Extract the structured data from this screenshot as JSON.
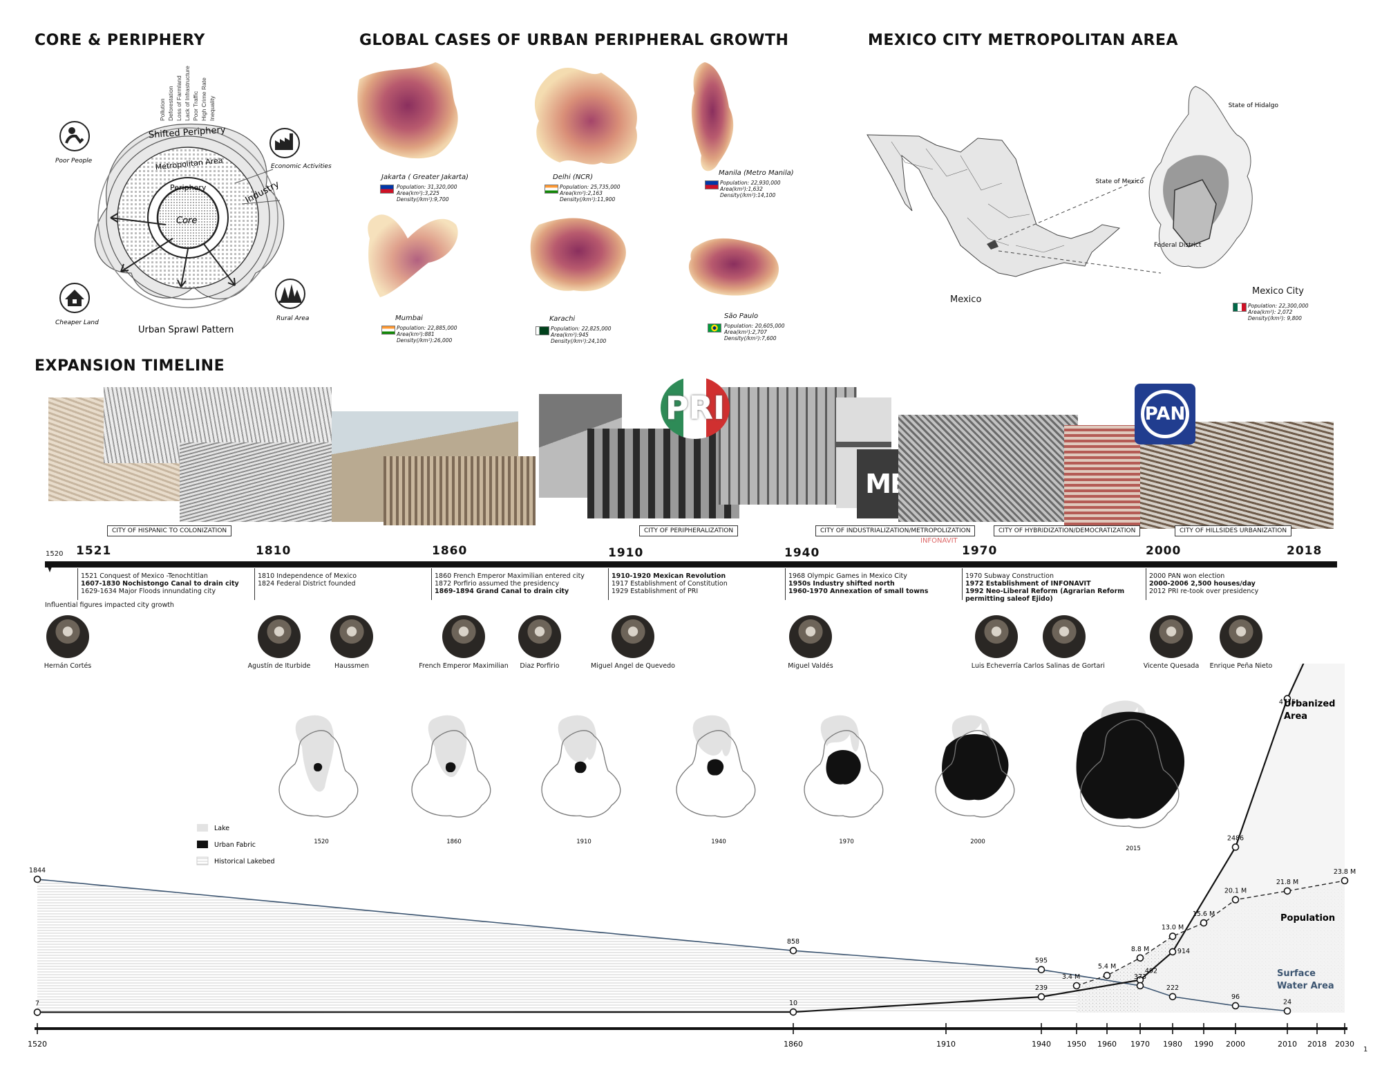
{
  "sections": {
    "core_title": "CORE & PERIPHERY",
    "global_title": "GLOBAL CASES OF URBAN PERIPHERAL GROWTH",
    "mexico_title": "MEXICO CITY METROPOLITAN AREA",
    "timeline_title": "EXPANSION TIMELINE"
  },
  "core_diagram": {
    "ring_labels": [
      "Shifted Periphery",
      "Metropolitan Area",
      "Periphery",
      "Core",
      "Industry"
    ],
    "issues": [
      "Pollution",
      "Deforestation",
      "Loss of Farmland",
      "Lack of Infrastructure",
      "Poor Traffic",
      "High Crime Rate",
      "Inequality"
    ],
    "icons": [
      {
        "label": "Poor People",
        "icon": "person-icon"
      },
      {
        "label": "Economic Activities",
        "icon": "factory-icon"
      },
      {
        "label": "Cheaper Land",
        "icon": "house-icon"
      },
      {
        "label": "Rural Area",
        "icon": "trees-icon"
      }
    ],
    "caption": "Urban Sprawl Pattern"
  },
  "global_cases": [
    {
      "name": "Jakarta ( Greater Jakarta)",
      "population": "Population: 31,320,000",
      "area": "Area(km²):3,225",
      "density": "Density(/km²):9,700",
      "flag": [
        "#ce1126",
        "#ffffff"
      ]
    },
    {
      "name": "Delhi (NCR)",
      "population": "Population: 25,735,000",
      "area": "Area(km²):2,163",
      "density": "Density(/km²):11,900",
      "flag": [
        "#ff9933",
        "#ffffff",
        "#138808"
      ]
    },
    {
      "name": "Manila (Metro Manila)",
      "population": "Population: 22,930,000",
      "area": "Area(km²):1,632",
      "density": "Density(/km²):14,100",
      "flag": [
        "#0038a8",
        "#ce1126"
      ]
    },
    {
      "name": "Mumbai",
      "population": "Population: 22,885,000",
      "area": "Area(km²):881",
      "density": "Density(/km²):26,000",
      "flag": [
        "#ff9933",
        "#ffffff",
        "#138808"
      ]
    },
    {
      "name": "Karachi",
      "population": "Population: 22,825,000",
      "area": "Area(km²):945",
      "density": "Density(/km²):24,100",
      "flag": [
        "#ffffff",
        "#01411c"
      ]
    },
    {
      "name": "São Paulo",
      "population": "Population: 20,605,000",
      "area": "Area(km²):2,707",
      "density": "Density(/km²):7,600",
      "flag": [
        "#009c3b",
        "#ffdf00"
      ]
    }
  ],
  "mexico": {
    "country_label": "Mexico",
    "city_label": "Mexico City",
    "region_labels": [
      "State of Hidalgo",
      "State of Mexico",
      "Federal District"
    ],
    "population": "Population: 22,300,000",
    "area": "Area(km²): 2,072",
    "density": "Density(/km²): 9,800"
  },
  "timeline": {
    "start_tick": "1520",
    "years": [
      "1521",
      "1810",
      "1860",
      "1910",
      "1940",
      "1970",
      "2000",
      "2018"
    ],
    "periods": [
      "CITY OF HISPANIC TO COLONIZATION",
      "CITY OF PERIPHERALIZATION",
      "CITY OF INDUSTRIALIZATION/METROPOLIZATION",
      "CITY OF HYBRIDIZATION/DEMOCRATIZATION",
      "CITY OF HILLSIDES URBANIZATION"
    ],
    "logos": {
      "pri": "PRI",
      "pan": "PAN",
      "mexico_sign": "MEXICO",
      "infonavit": "INFONAVIT"
    },
    "events": [
      {
        "lines": [
          "1521 Conquest of Mexico -Tenochtitlan",
          "1607-1830 Nochistongo Canal to drain city",
          "1629-1634 Major Floods innundating city"
        ],
        "bold": [
          false,
          true,
          false
        ]
      },
      {
        "lines": [
          "1810 Independence of Mexico",
          "1824 Federal District founded"
        ],
        "bold": [
          false,
          false
        ]
      },
      {
        "lines": [
          "1860 French Emperor Maximilian entered city",
          "1872 Porfirio assumed the presidency",
          "1869-1894 Grand Canal to drain city"
        ],
        "bold": [
          false,
          false,
          true
        ]
      },
      {
        "lines": [
          "1910-1920 Mexican Revolution",
          "1917 Establishment of Constitution",
          "1929 Establishment of PRI"
        ],
        "bold": [
          true,
          false,
          false
        ]
      },
      {
        "lines": [
          "1968 Olympic Games in Mexico City",
          "1950s Industry shifted north",
          "1960-1970 Annexation of small towns"
        ],
        "bold": [
          false,
          true,
          true
        ]
      },
      {
        "lines": [
          "1970 Subway Construction",
          "1972 Establishment of INFONAVIT",
          "1992 Neo-Liberal Reform (Agrarian Reform",
          "permitting saleof Ejido)"
        ],
        "bold": [
          false,
          true,
          true,
          true
        ]
      },
      {
        "lines": [
          "2000 PAN won election",
          "2000-2006 2,500 houses/day",
          "2012 PRI re-took over presidency"
        ],
        "bold": [
          false,
          true,
          false
        ]
      }
    ],
    "figures_caption": "Influential figures impacted city growth",
    "figures": [
      "Hernán Cortés",
      "Agustín de Iturbide",
      "Haussmen",
      "French Emperor Maximilian",
      "Diaz Porfirio",
      "Miguel Angel de Quevedo",
      "Miguel Valdés",
      "Luis Echeverría",
      "Carlos Salinas de Gortari",
      "Vicente Quesada",
      "Enrique Peña Nieto"
    ]
  },
  "maps_legend": [
    "Lake",
    "Urban Fabric",
    "Historical Lakebed"
  ],
  "mini_maps": [
    {
      "year": "1520",
      "urban": 0.02,
      "lake": 0.9
    },
    {
      "year": "1860",
      "urban": 0.04,
      "lake": 0.7
    },
    {
      "year": "1910",
      "urban": 0.06,
      "lake": 0.5
    },
    {
      "year": "1940",
      "urban": 0.12,
      "lake": 0.4
    },
    {
      "year": "1970",
      "urban": 0.35,
      "lake": 0.2
    },
    {
      "year": "2000",
      "urban": 0.75,
      "lake": 0.05
    },
    {
      "year": "2015",
      "urban": 1.0,
      "lake": 0.02
    }
  ],
  "chart_data": {
    "type": "line",
    "x_ticks": [
      "1520",
      "1860",
      "1910",
      "1940",
      "1950",
      "1960",
      "1970",
      "1980",
      "1990",
      "2000",
      "2010",
      "2018",
      "2030"
    ],
    "series": [
      {
        "name": "Urbanized Area",
        "x": [
          1520,
          1860,
          1940,
          1970,
          1980,
          2000,
          2010
        ],
        "y": [
          7,
          10,
          239,
          492,
          914,
          2486,
          4715
        ],
        "labels": [
          "7",
          "10",
          "239",
          "492",
          "914",
          "2486",
          "4715"
        ]
      },
      {
        "name": "Population",
        "x": [
          1950,
          1960,
          1970,
          1980,
          1990,
          2000,
          2010,
          2030
        ],
        "y": [
          3.4,
          5.4,
          8.8,
          13.0,
          15.6,
          20.1,
          21.8,
          23.8
        ],
        "labels": [
          "3.4 M",
          "5.4 M",
          "8.8 M",
          "13.0 M",
          "15.6 M",
          "20.1 M",
          "21.8 M",
          "23.8 M"
        ]
      },
      {
        "name": "Surface Water Area",
        "x": [
          1520,
          1860,
          1940,
          1970,
          1980,
          2000,
          2010
        ],
        "y": [
          1844,
          858,
          595,
          373,
          222,
          96,
          24
        ],
        "labels": [
          "1844",
          "858",
          "595",
          "373",
          "222",
          "96",
          "24"
        ]
      }
    ],
    "series_labels": {
      "urban": [
        "Urbanized",
        "Area"
      ],
      "population": "Population",
      "water": [
        "Surface",
        "Water Area"
      ]
    },
    "page_number": "1"
  }
}
